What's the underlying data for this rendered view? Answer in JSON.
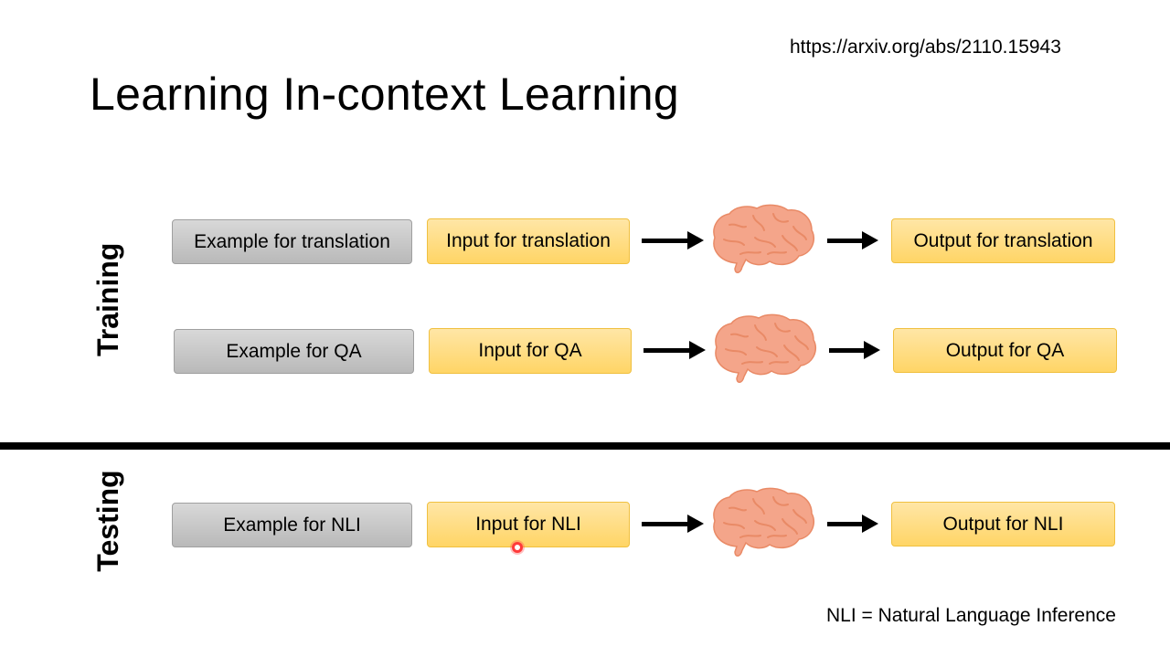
{
  "slide": {
    "title": "Learning In-context Learning",
    "url": "https://arxiv.org/abs/2110.15943",
    "training_label": "Training",
    "testing_label": "Testing",
    "footnote": "NLI = Natural Language Inference"
  },
  "rows": [
    {
      "example": "Example for translation",
      "input": "Input for translation",
      "output": "Output for translation"
    },
    {
      "example": "Example for QA",
      "input": "Input for QA",
      "output": "Output for QA"
    },
    {
      "example": "Example for NLI",
      "input": "Input for NLI",
      "output": "Output for NLI"
    }
  ],
  "colors": {
    "example_box": "#c8c8c8",
    "io_box": "#ffd966",
    "brain": "#f4a58a",
    "brain_line": "#e98a66"
  },
  "icons": {
    "brain": "brain-icon",
    "arrow": "right-arrow"
  }
}
